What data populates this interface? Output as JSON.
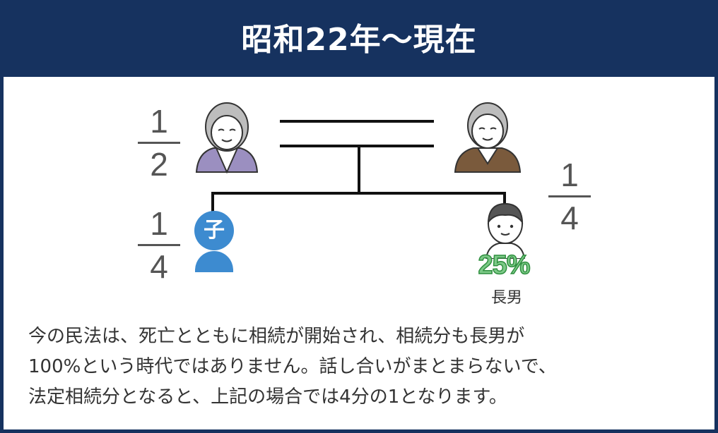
{
  "header": {
    "title": "昭和22年〜現在"
  },
  "fractions": {
    "grandmother": {
      "num": "1",
      "den": "2"
    },
    "grandfather": {
      "num": "1",
      "den": "4"
    },
    "child": {
      "num": "1",
      "den": "4"
    }
  },
  "child_badge": "子",
  "son": {
    "percent": "25%",
    "label": "長男"
  },
  "body": {
    "lines": [
      "今の民法は、死亡とともに相続が開始され、相続分も長男が",
      "100%という時代ではありません。話し合いがまとまらないで、",
      "法定相続分となると、上記の場合では4分の1となります。"
    ]
  },
  "colors": {
    "header_bg": "#16325f",
    "child": "#3d8bd0",
    "percent_fill": "#7cc987",
    "percent_stroke": "#2f8f3f",
    "grandmother_cardigan": "#9b8fc0",
    "grandfather_sweater": "#7a5a3c"
  }
}
